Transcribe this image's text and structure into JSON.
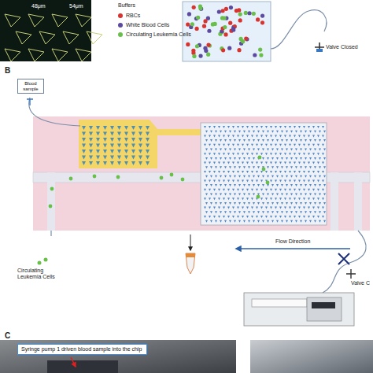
{
  "diagram": {
    "nodes": [
      {
        "text": [
          "Blood sample"
        ]
      },
      {
        "text": [
          "Syringe pump 1 driven blood sample into the chip"
        ]
      }
    ],
    "labels": [
      "48μm",
      "54μm",
      "Buffers",
      "Valve Closed",
      "B",
      "Circulating Leukemia Cells",
      "Flow Direction",
      "Valve C",
      "C"
    ],
    "legend": [
      {
        "text": "RBCs",
        "color": "#d7342f"
      },
      {
        "text": "White Blood Cells",
        "color": "#5b4a9e"
      },
      {
        "text": "Circulating Leukemia Cells",
        "color": "#6abf4b"
      }
    ]
  }
}
